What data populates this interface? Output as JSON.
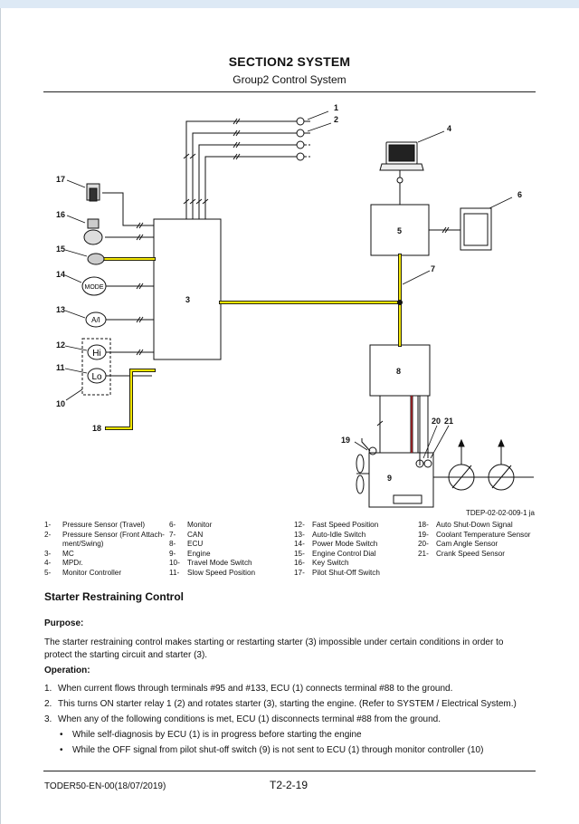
{
  "header": {
    "section_title": "SECTION2 SYSTEM",
    "group_title": "Group2 Control System"
  },
  "diagram": {
    "callouts": [
      "1",
      "2",
      "3",
      "4",
      "5",
      "6",
      "7",
      "8",
      "9",
      "10",
      "11",
      "12",
      "13",
      "14",
      "15",
      "16",
      "17",
      "18",
      "19",
      "20",
      "21"
    ],
    "switch_labels": {
      "mode": "MODE",
      "auto_idle": "A/I",
      "hi": "Hi",
      "lo": "Lo"
    },
    "colors": {
      "yellow": "#f2e600",
      "red": "#c0272d"
    },
    "figure_id": "TDEP-02-02-009-1 ja"
  },
  "legend": {
    "col1": [
      {
        "n": "1-",
        "t": "Pressure Sensor (Travel)"
      },
      {
        "n": "2-",
        "t": "Pressure Sensor (Front Attach-"
      },
      {
        "n": "",
        "t": "ment/Swing)"
      },
      {
        "n": "3-",
        "t": "MC"
      },
      {
        "n": "4-",
        "t": "MPDr."
      },
      {
        "n": "5-",
        "t": "Monitor Controller"
      }
    ],
    "col2": [
      {
        "n": "6-",
        "t": "Monitor"
      },
      {
        "n": "7-",
        "t": "CAN"
      },
      {
        "n": "8-",
        "t": "ECU"
      },
      {
        "n": "9-",
        "t": "Engine"
      },
      {
        "n": "10-",
        "t": "Travel Mode Switch"
      },
      {
        "n": "11-",
        "t": "Slow Speed Position"
      }
    ],
    "col3": [
      {
        "n": "12-",
        "t": "Fast Speed Position"
      },
      {
        "n": "13-",
        "t": "Auto-Idle Switch"
      },
      {
        "n": "14-",
        "t": "Power Mode Switch"
      },
      {
        "n": "15-",
        "t": "Engine Control Dial"
      },
      {
        "n": "16-",
        "t": "Key Switch"
      },
      {
        "n": "17-",
        "t": "Pilot Shut-Off Switch"
      }
    ],
    "col4": [
      {
        "n": "18-",
        "t": "Auto Shut-Down Signal"
      },
      {
        "n": "19-",
        "t": "Coolant Temperature Sensor"
      },
      {
        "n": "20-",
        "t": "Cam Angle Sensor"
      },
      {
        "n": "21-",
        "t": "Crank Speed Sensor"
      }
    ]
  },
  "content": {
    "heading": "Starter Restraining Control",
    "purpose_label": "Purpose:",
    "purpose_line1": "The starter restraining control makes starting or restarting starter (3) impossible under certain conditions in order to",
    "purpose_line2": "protect the starting circuit and starter (3).",
    "operation_label": "Operation:",
    "steps": [
      {
        "num": "1.",
        "text": "When current flows through terminals #95 and #133, ECU (1) connects terminal #88 to the ground."
      },
      {
        "num": "2.",
        "text": "This turns ON starter relay 1 (2) and rotates starter (3), starting the engine. (Refer to SYSTEM / Electrical System.)"
      },
      {
        "num": "3.",
        "text": "When any of the following conditions is met, ECU (1) disconnects terminal #88 from the ground."
      }
    ],
    "bullets": [
      "While self-diagnosis by ECU (1) is in progress before starting the engine",
      "While the OFF signal from pilot shut-off switch (9) is not sent to ECU (1) through monitor controller (10)"
    ]
  },
  "footer": {
    "doc_id": "TODER50-EN-00(18/07/2019)",
    "page": "T2-2-19"
  }
}
